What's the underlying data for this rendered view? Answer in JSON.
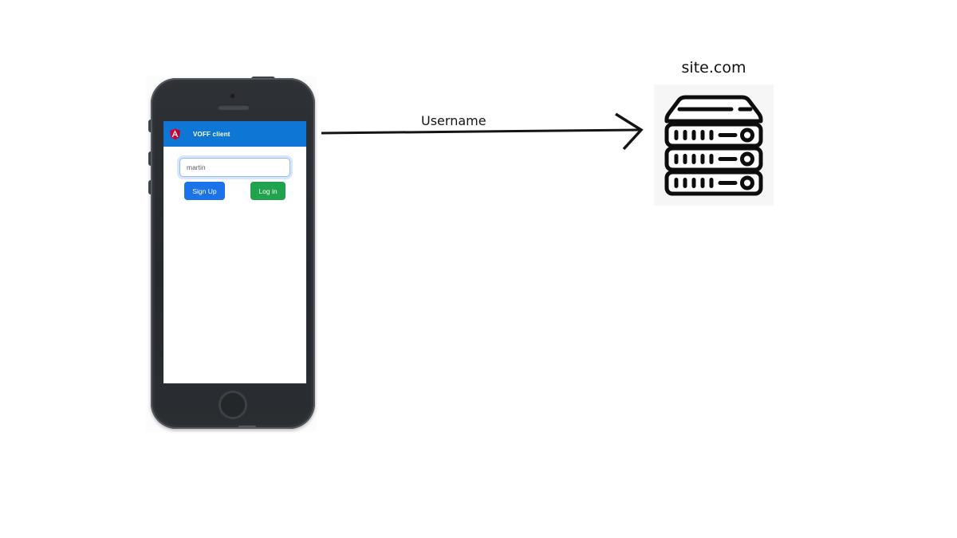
{
  "phone": {
    "header": {
      "title": "VOFF client",
      "logo_icon": "angular-logo-icon",
      "bg_color": "#0e76d4"
    },
    "login_form": {
      "username_input": {
        "value": "martin",
        "placeholder": ""
      },
      "signup_label": "Sign Up",
      "login_label": "Log in"
    }
  },
  "flow": {
    "arrow_label": "Username",
    "arrow_color": "#141414"
  },
  "server": {
    "label": "site.com",
    "icon": "server-rack-icon"
  },
  "icons": {
    "angular_logo": "angular-shield",
    "server_rack": "stacked-server-rack",
    "home_button": "phone-home-button",
    "camera": "front-camera",
    "speaker": "earpiece-speaker"
  },
  "colors": {
    "app_header_blue": "#0e76d4",
    "signup_button_blue": "#1a73e8",
    "login_button_green": "#21a24c",
    "angular_red": "#dd0031",
    "angular_red_dark": "#c3002f",
    "input_focus_ring": "#93bdf4",
    "phone_body": "#282b2e",
    "icon_stroke": "#0d0d0d"
  }
}
